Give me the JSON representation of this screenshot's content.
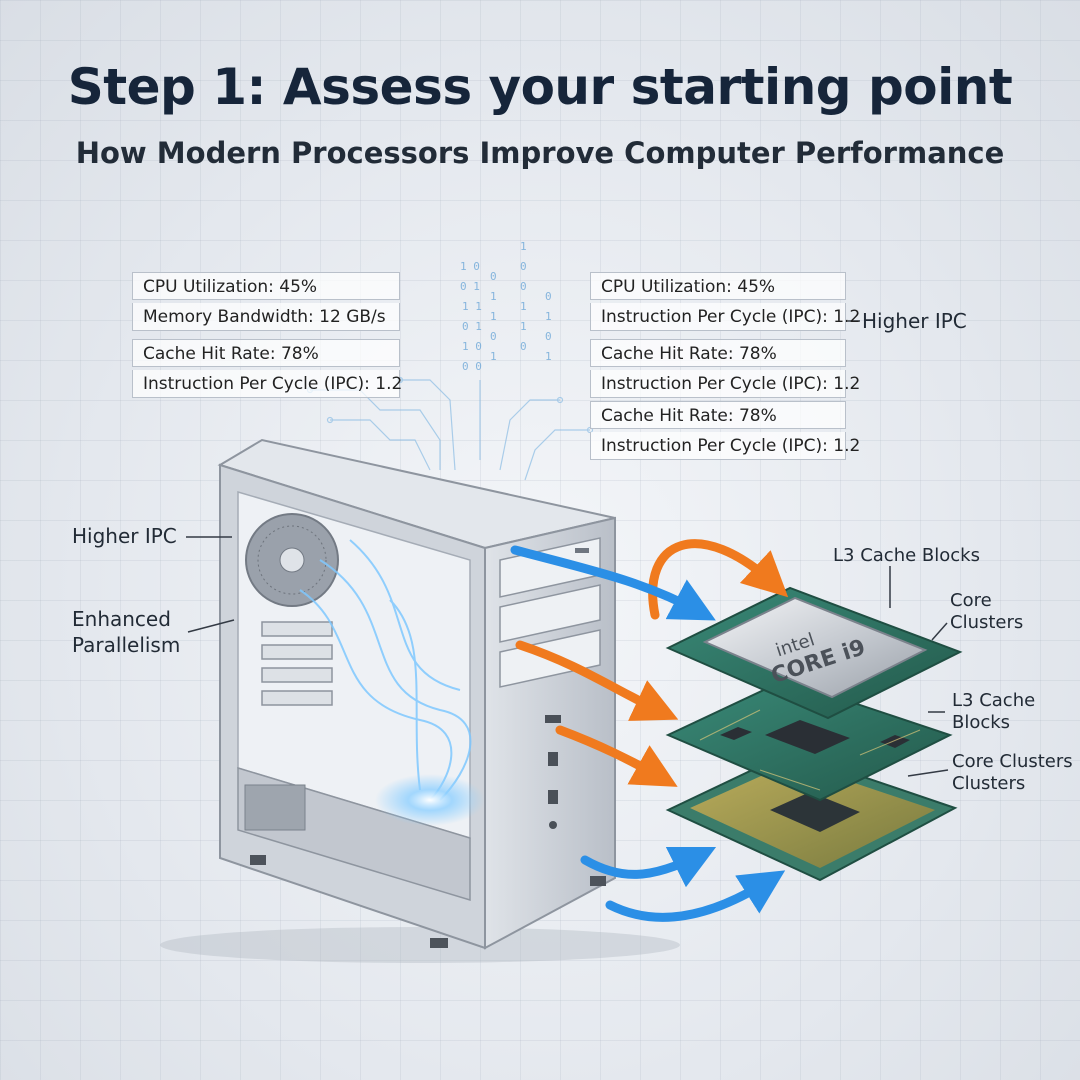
{
  "header": {
    "title": "Step 1: Assess your starting point",
    "subtitle": "How Modern Processors Improve Computer Performance"
  },
  "left_panel": {
    "group1": [
      "CPU Utilization: 45%",
      "Memory Bandwidth: 12 GB/s"
    ],
    "group2": [
      "Cache Hit Rate: 78%",
      "Instruction Per Cycle (IPC): 1.2"
    ]
  },
  "right_panel": {
    "group1": [
      "CPU Utilization: 45%",
      "Instruction Per Cycle (IPC): 1.2"
    ],
    "group1_callout": "Higher IPC",
    "group2": [
      "Cache Hit Rate: 78%",
      "Instruction Per Cycle (IPC): 1.2"
    ],
    "group3": [
      "Cache Hit Rate: 78%",
      "Instruction Per Cycle (IPC): 1.2"
    ]
  },
  "left_callouts": {
    "higher_ipc": "Higher IPC",
    "enhanced_line1": "Enhanced",
    "enhanced_line2": "Parallelism"
  },
  "processor_callouts": {
    "l3_top": "L3 Cache Blocks",
    "core_line1": "Core",
    "core_line2": "Clusters",
    "l3_mid_line1": "L3 Cache",
    "l3_mid_line2": "Blocks",
    "core_bottom_line1": "Core Clusters",
    "core_bottom_line2": "Clusters"
  },
  "chip_label": {
    "line1": "intel",
    "line2": "CORE i9"
  },
  "colors": {
    "title": "#16253a",
    "orange_arrow": "#f07a1e",
    "blue_arrow": "#2b8fe6",
    "pcb_green": "#2f6f5e",
    "case_grey": "#c9ced6"
  }
}
